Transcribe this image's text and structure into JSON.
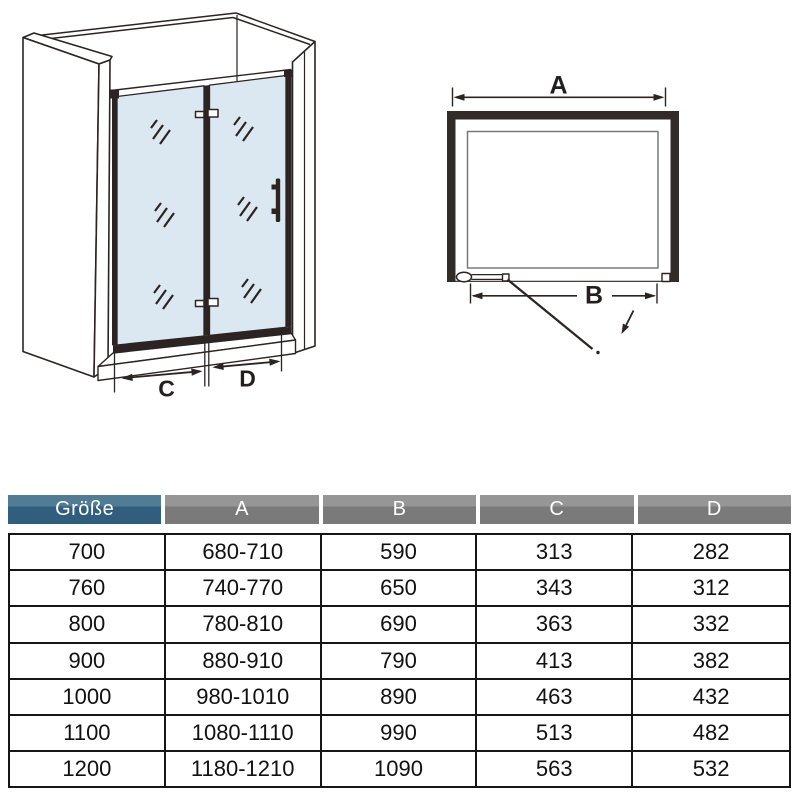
{
  "diagrams": {
    "front_view": {
      "label_c": "C",
      "label_d": "D"
    },
    "top_view": {
      "label_a": "A",
      "label_b": "B"
    }
  },
  "table": {
    "headers": [
      "Größe",
      "A",
      "B",
      "C",
      "D"
    ],
    "rows": [
      [
        "700",
        "680-710",
        "590",
        "313",
        "282"
      ],
      [
        "760",
        "740-770",
        "650",
        "343",
        "312"
      ],
      [
        "800",
        "780-810",
        "690",
        "363",
        "332"
      ],
      [
        "900",
        "880-910",
        "790",
        "413",
        "382"
      ],
      [
        "1000",
        "980-1010",
        "890",
        "463",
        "432"
      ],
      [
        "1100",
        "1080-1110",
        "990",
        "513",
        "482"
      ],
      [
        "1200",
        "1180-1210",
        "1090",
        "563",
        "532"
      ]
    ]
  },
  "colors": {
    "line": "#2b2422",
    "glass": "#dce8f1",
    "wall_frame_dark": "#332b28",
    "header_blue_top": "#527b94",
    "header_blue_bottom": "#315e7d",
    "header_gray_top": "#969696",
    "header_gray_bottom": "#7a7a7a",
    "table_border": "#161616"
  }
}
